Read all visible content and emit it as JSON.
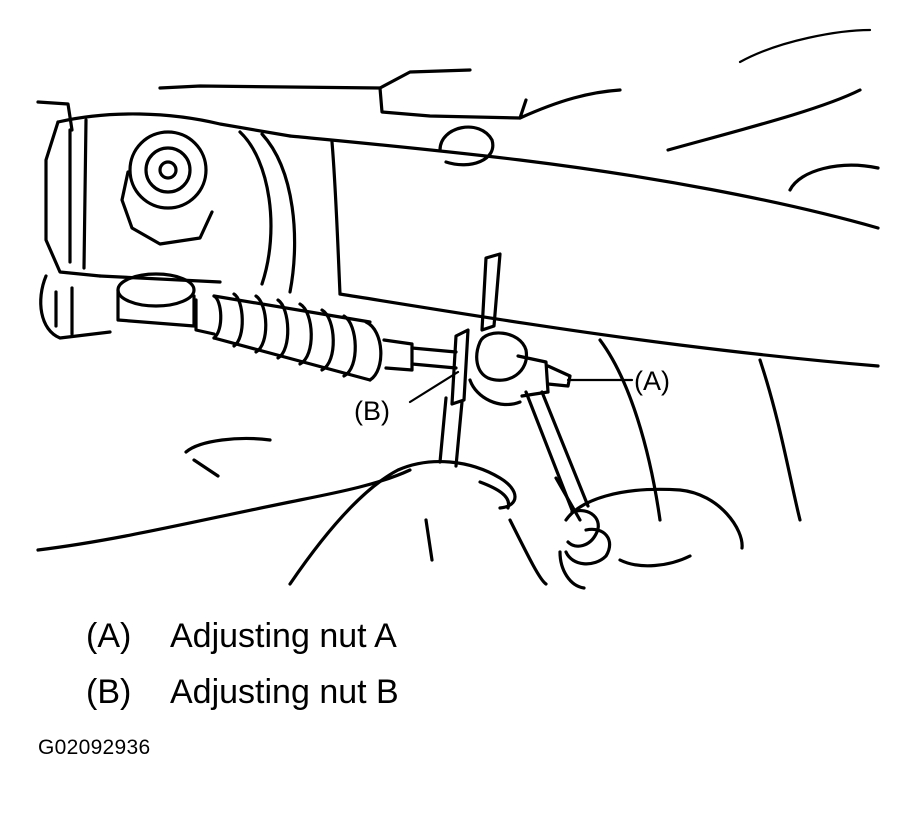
{
  "callouts": {
    "a": "(A)",
    "b": "(B)"
  },
  "legend": [
    {
      "key": "(A)",
      "text": "Adjusting nut A"
    },
    {
      "key": "(B)",
      "text": "Adjusting nut B"
    }
  ],
  "figure_id": "G02092936"
}
